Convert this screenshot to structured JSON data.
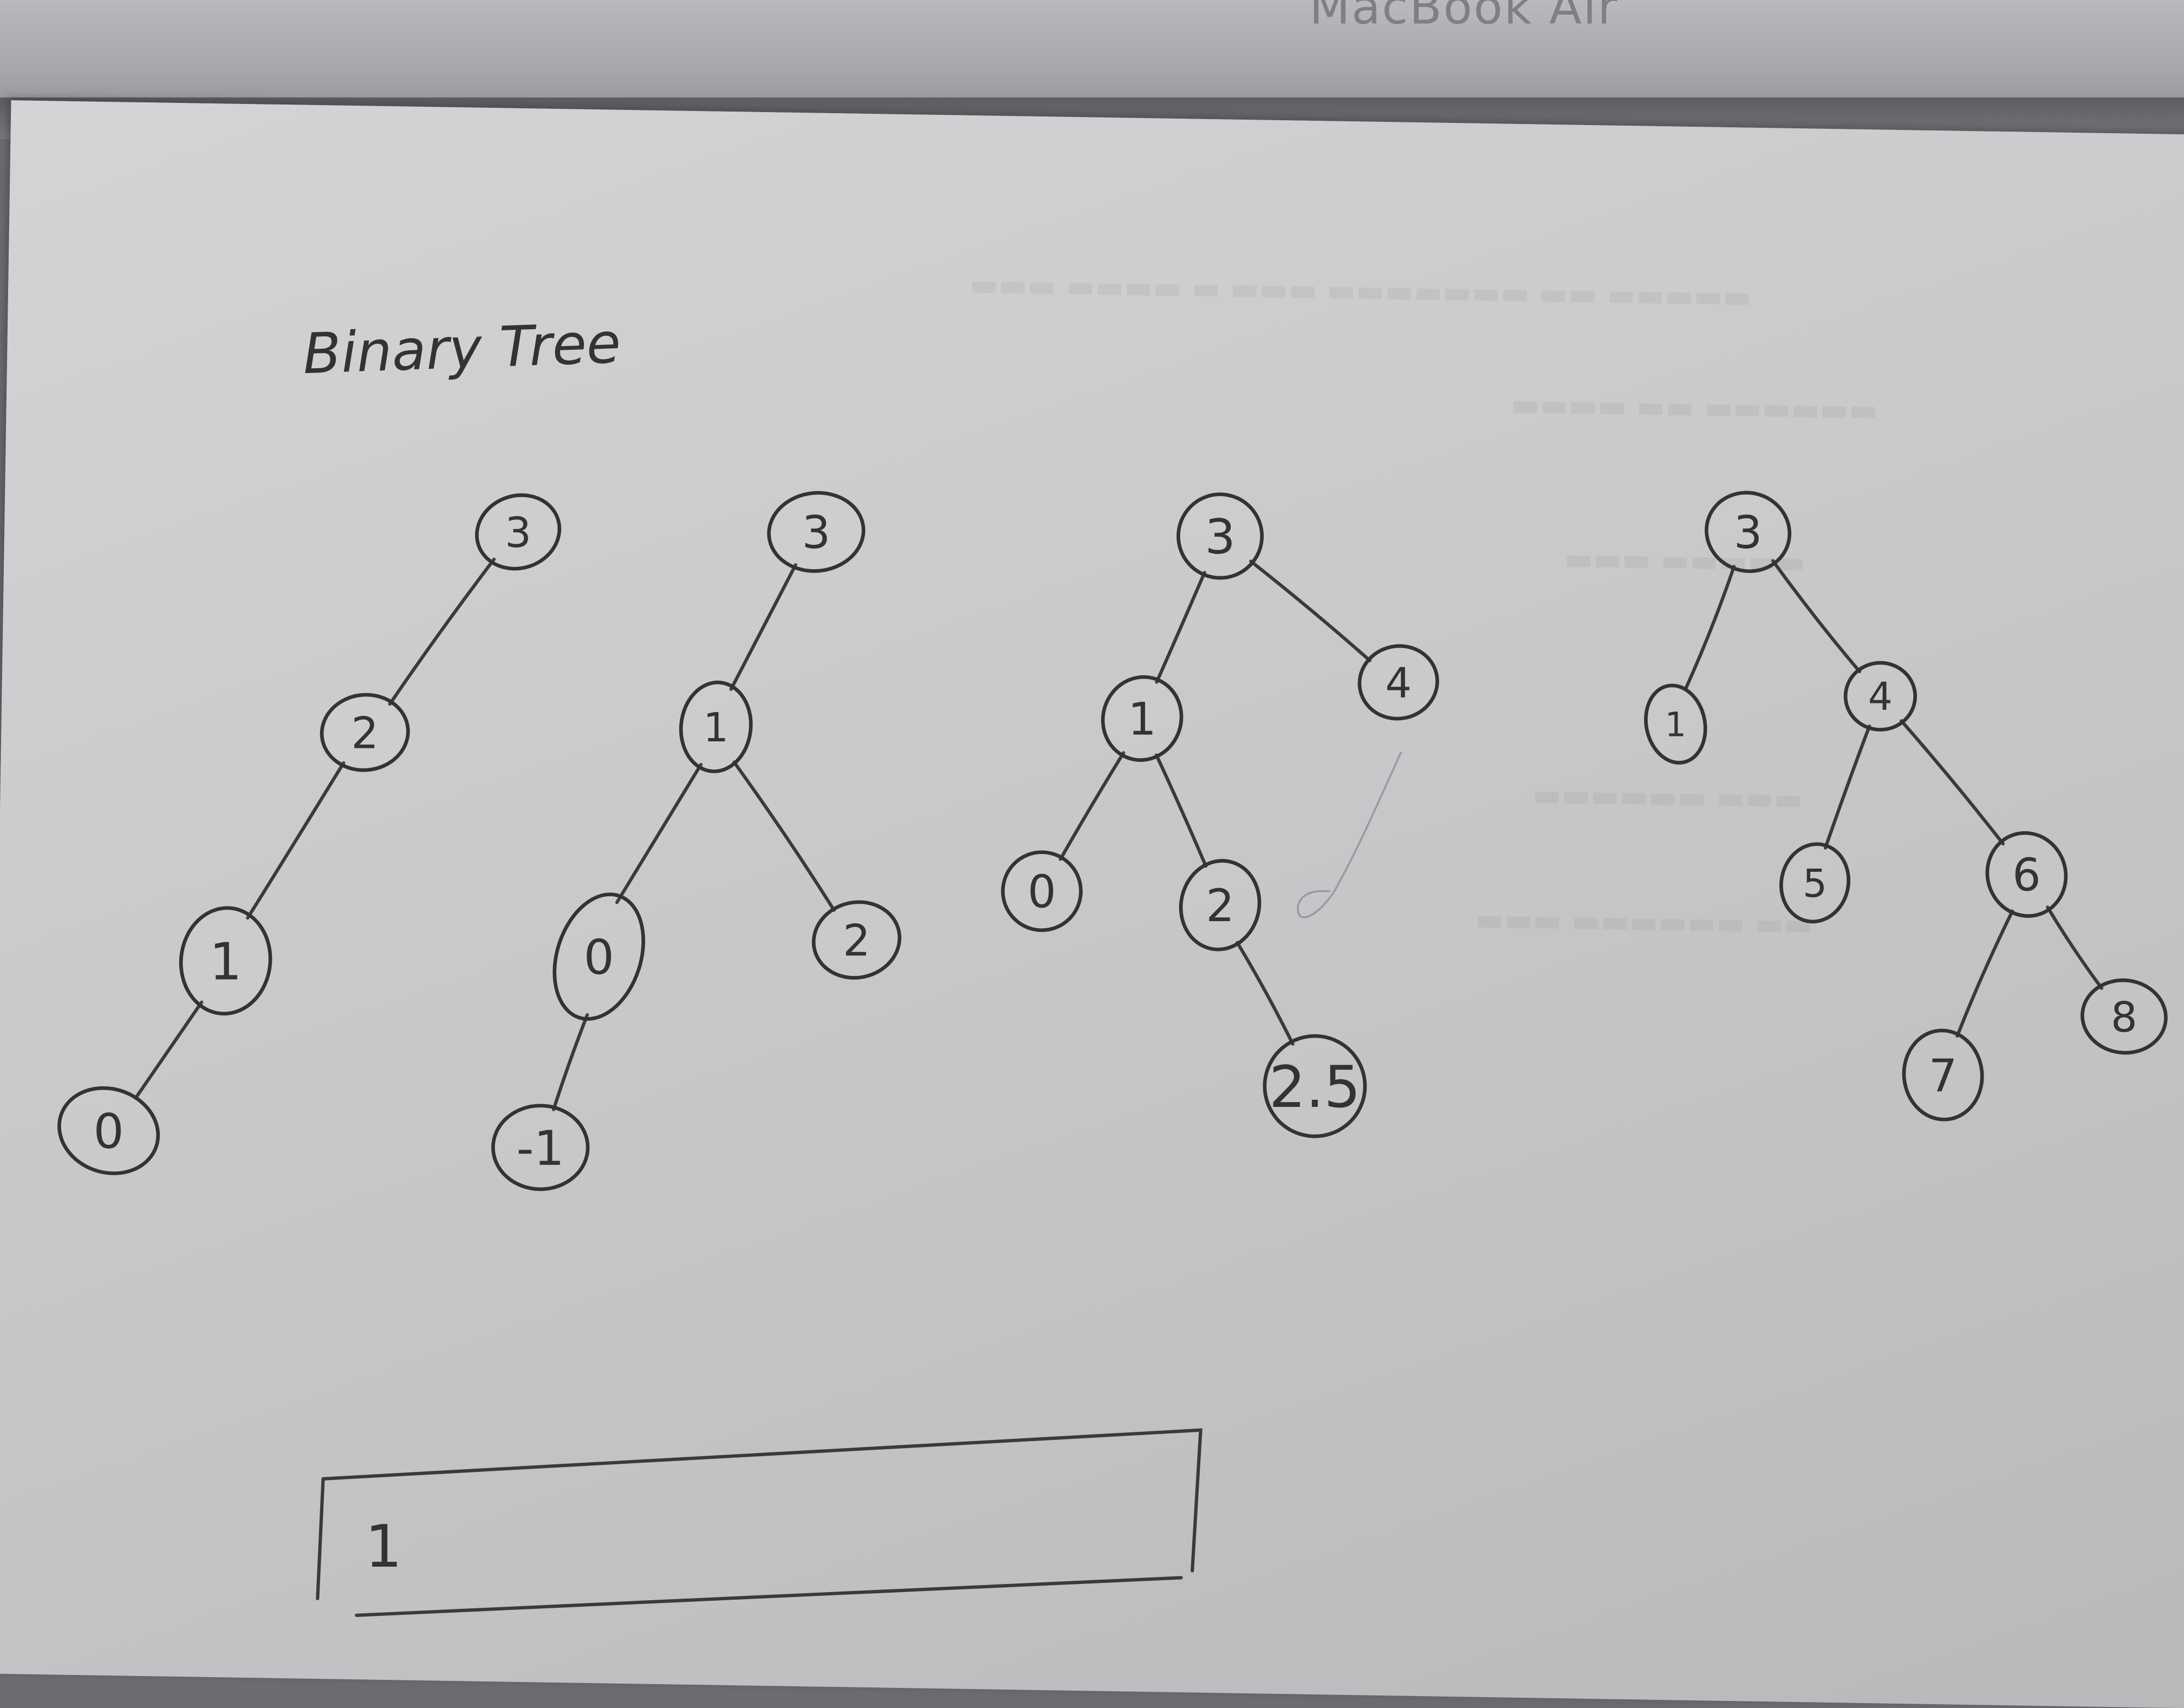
{
  "title": "Binary Tree",
  "laptop_label": "MacBook Air",
  "box_text": "1",
  "ink_color": "#333335",
  "trees": [
    {
      "nodes": [
        {
          "id": "t1-3",
          "label": "3"
        },
        {
          "id": "t1-2",
          "label": "2"
        },
        {
          "id": "t1-1",
          "label": "1"
        },
        {
          "id": "t1-0",
          "label": "0"
        }
      ],
      "edges": [
        [
          "t1-3",
          "t1-2"
        ],
        [
          "t1-2",
          "t1-1"
        ],
        [
          "t1-1",
          "t1-0"
        ]
      ]
    },
    {
      "nodes": [
        {
          "id": "t2-3",
          "label": "3"
        },
        {
          "id": "t2-1",
          "label": "1"
        },
        {
          "id": "t2-0",
          "label": "0"
        },
        {
          "id": "t2-2",
          "label": "2"
        },
        {
          "id": "t2-m1",
          "label": "-1"
        }
      ],
      "edges": [
        [
          "t2-3",
          "t2-1"
        ],
        [
          "t2-1",
          "t2-0"
        ],
        [
          "t2-1",
          "t2-2"
        ],
        [
          "t2-0",
          "t2-m1"
        ]
      ]
    },
    {
      "nodes": [
        {
          "id": "t3-3",
          "label": "3"
        },
        {
          "id": "t3-1",
          "label": "1"
        },
        {
          "id": "t3-4",
          "label": "4"
        },
        {
          "id": "t3-0",
          "label": "0"
        },
        {
          "id": "t3-2",
          "label": "2"
        },
        {
          "id": "t3-25",
          "label": "2.5"
        }
      ],
      "edges": [
        [
          "t3-3",
          "t3-1"
        ],
        [
          "t3-3",
          "t3-4"
        ],
        [
          "t3-1",
          "t3-0"
        ],
        [
          "t3-1",
          "t3-2"
        ],
        [
          "t3-2",
          "t3-25"
        ]
      ]
    },
    {
      "nodes": [
        {
          "id": "t4-3",
          "label": "3"
        },
        {
          "id": "t4-1",
          "label": "1"
        },
        {
          "id": "t4-4",
          "label": "4"
        },
        {
          "id": "t4-5",
          "label": "5"
        },
        {
          "id": "t4-6",
          "label": "6"
        },
        {
          "id": "t4-7",
          "label": "7"
        },
        {
          "id": "t4-8",
          "label": "8"
        }
      ],
      "edges": [
        [
          "t4-3",
          "t4-1"
        ],
        [
          "t4-3",
          "t4-4"
        ],
        [
          "t4-4",
          "t4-5"
        ],
        [
          "t4-4",
          "t4-6"
        ],
        [
          "t4-6",
          "t4-7"
        ],
        [
          "t4-6",
          "t4-8"
        ]
      ]
    }
  ]
}
